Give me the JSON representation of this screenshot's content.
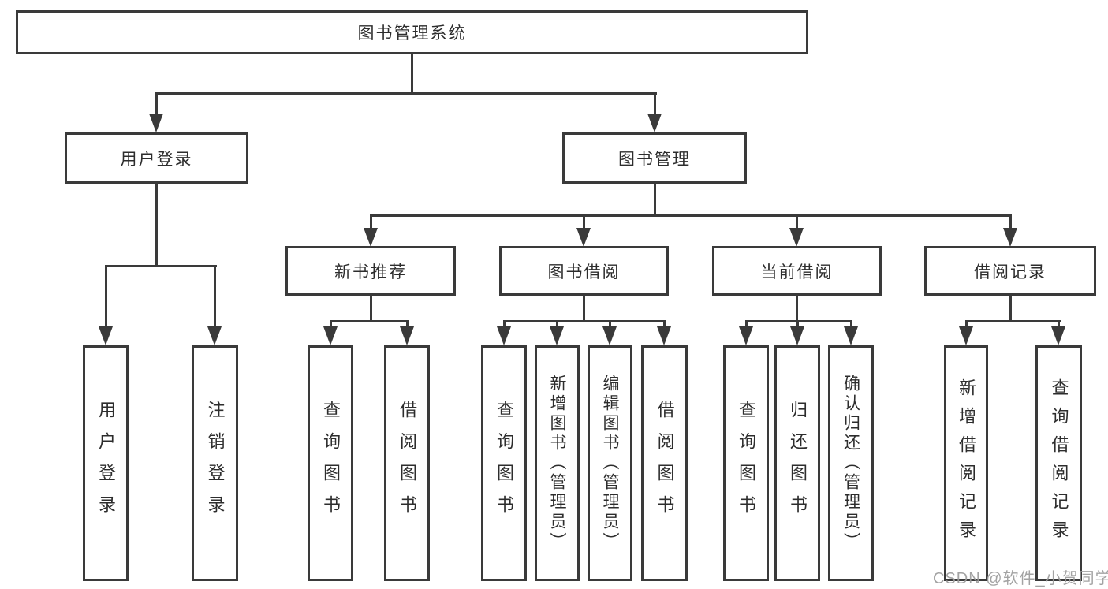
{
  "tree": {
    "root": {
      "label": "图书管理系统",
      "children": [
        {
          "label": "用户登录",
          "children": [
            {
              "label": "用户登录"
            },
            {
              "label": "注销登录"
            }
          ]
        },
        {
          "label": "图书管理",
          "children": [
            {
              "label": "新书推荐",
              "children": [
                {
                  "label": "查询图书"
                },
                {
                  "label": "借阅图书"
                }
              ]
            },
            {
              "label": "图书借阅",
              "children": [
                {
                  "label": "查询图书"
                },
                {
                  "label": "新增图书（管理员）"
                },
                {
                  "label": "编辑图书（管理员）"
                },
                {
                  "label": "借阅图书"
                }
              ]
            },
            {
              "label": "当前借阅",
              "children": [
                {
                  "label": "查询图书"
                },
                {
                  "label": "归还图书"
                },
                {
                  "label": "确认归还（管理员）"
                }
              ]
            },
            {
              "label": "借阅记录",
              "children": [
                {
                  "label": "新增借阅记录"
                },
                {
                  "label": "查询借阅记录"
                }
              ]
            }
          ]
        }
      ]
    }
  },
  "watermark": {
    "text": "CSDN @软件_小贺同学"
  },
  "colors": {
    "line": "#3a3a3a",
    "text": "#2d2d2d",
    "watermark": "#9b9b9b",
    "background": "#ffffff"
  }
}
